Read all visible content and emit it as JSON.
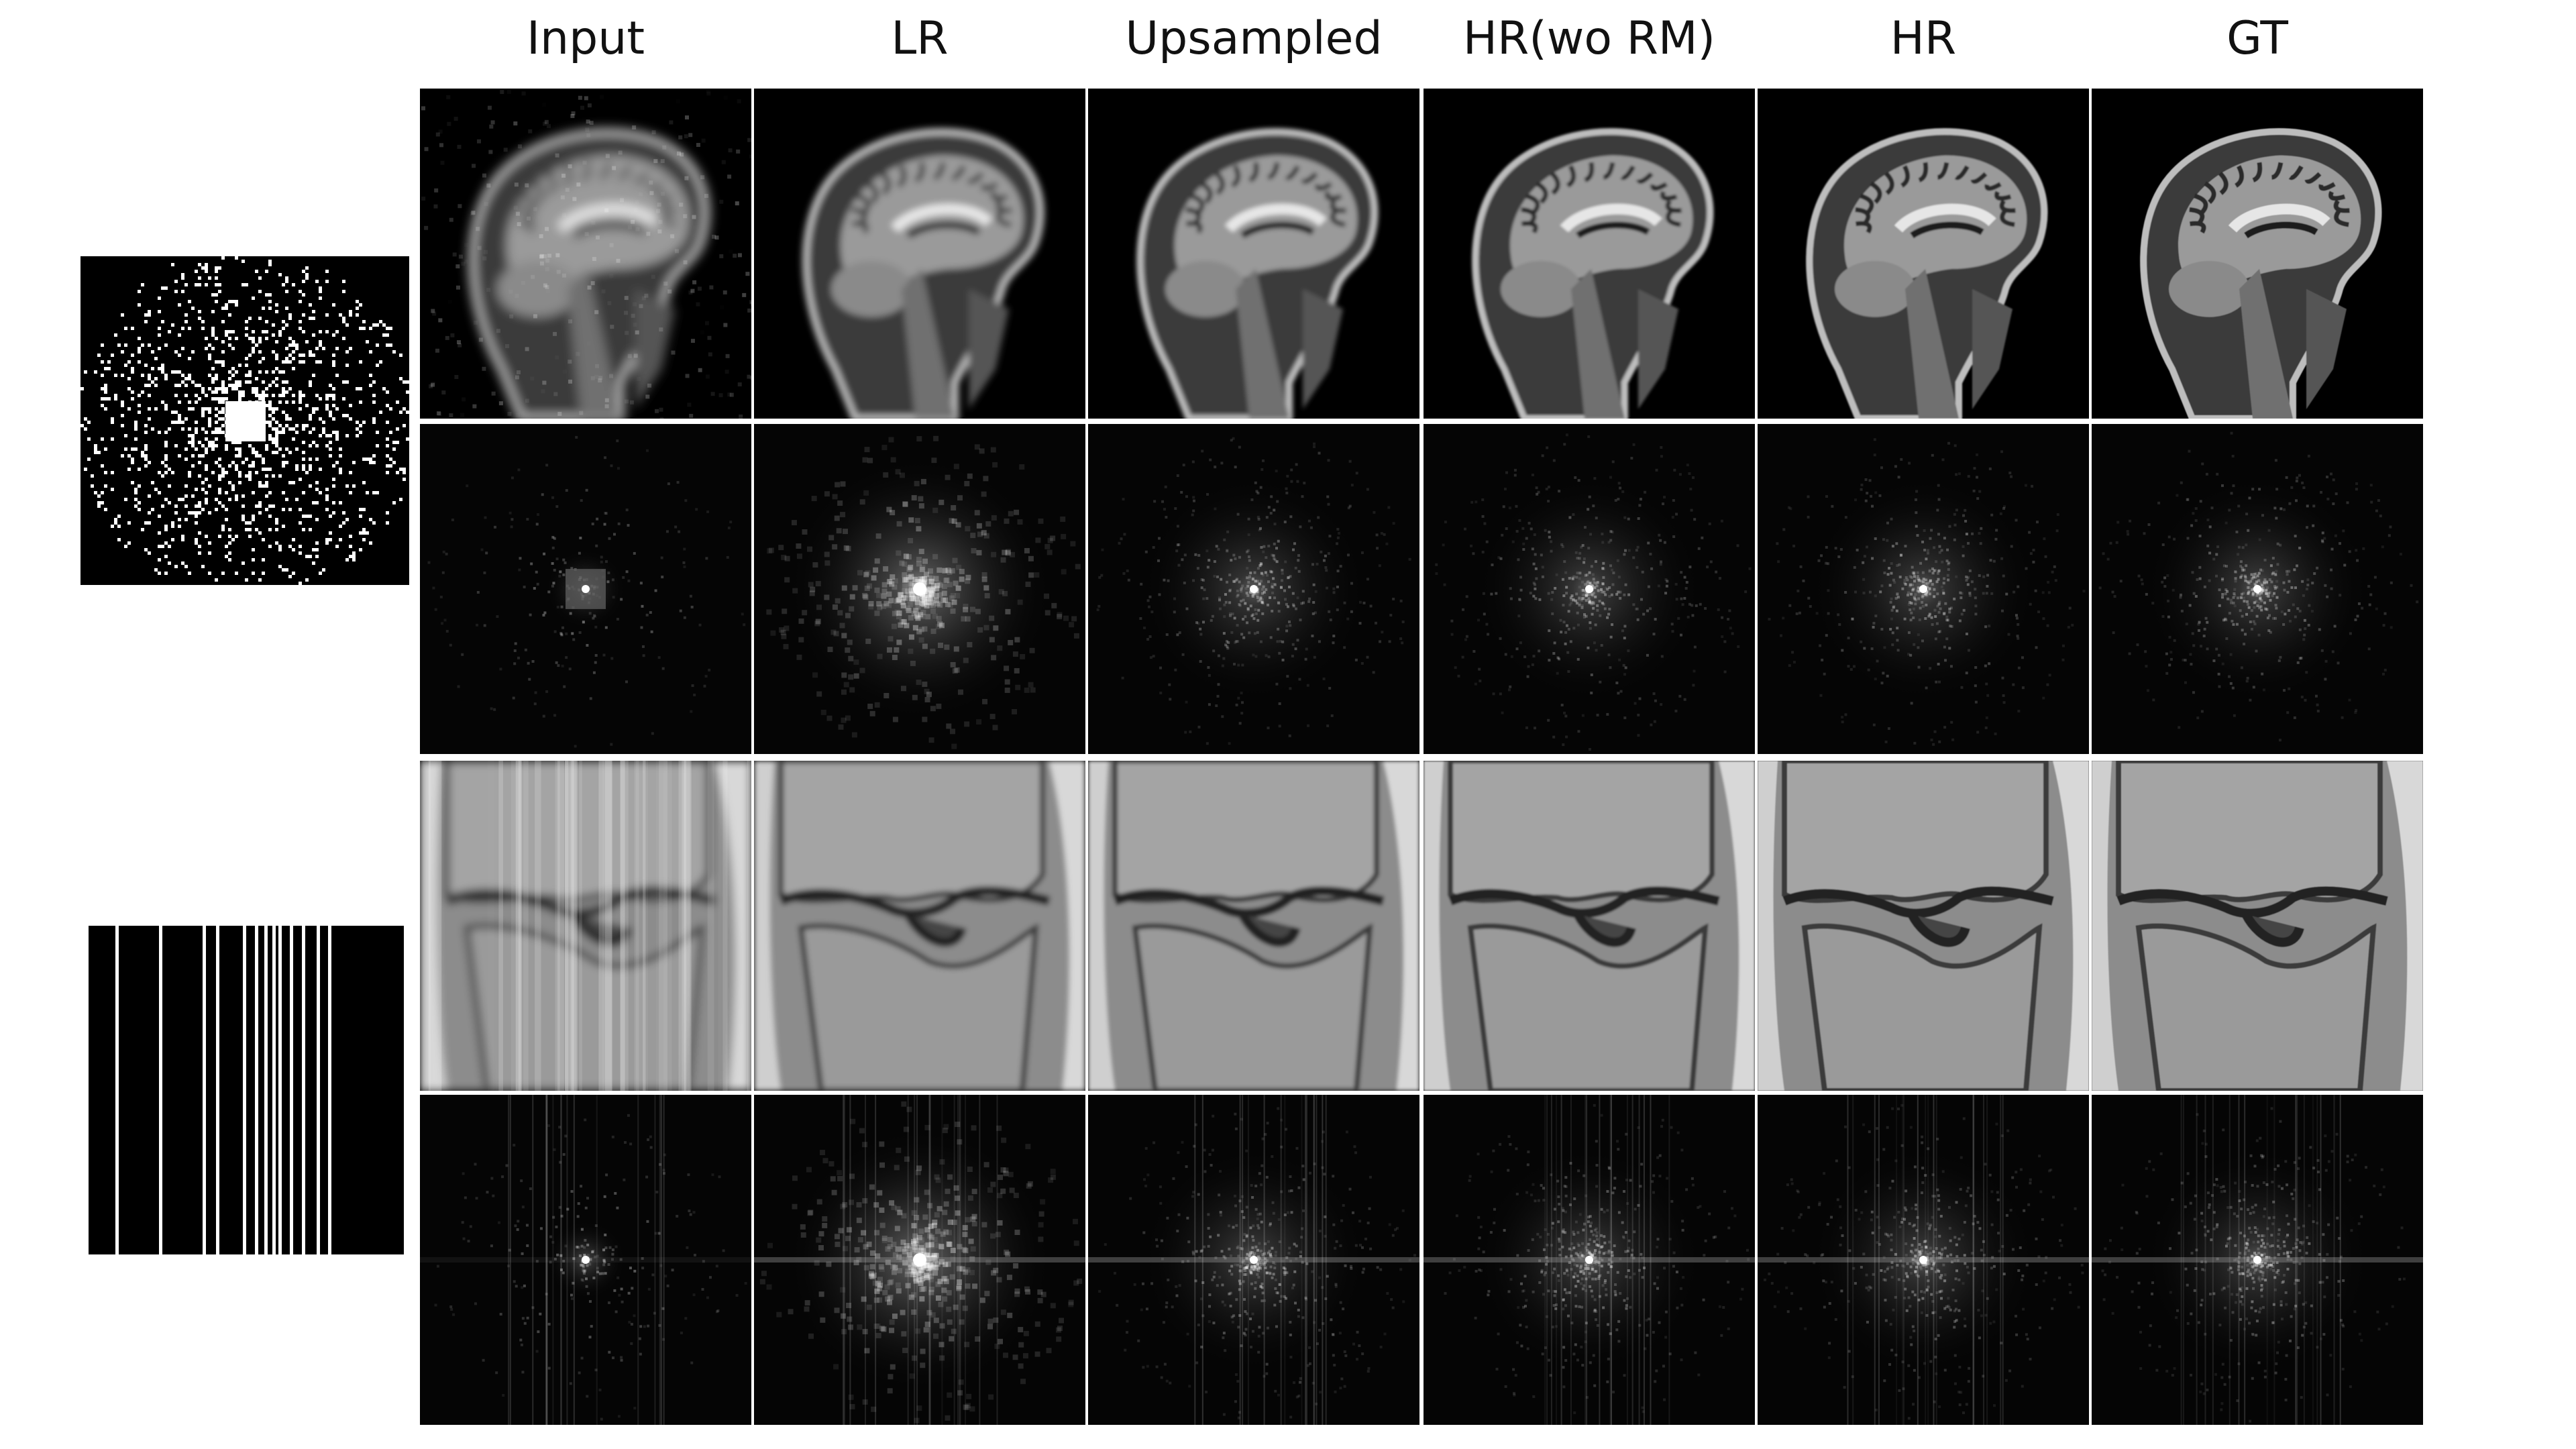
{
  "figure": {
    "column_titles": [
      "Input",
      "LR",
      "Upsampled",
      "HR(wo RM)",
      "HR",
      "GT"
    ],
    "rows": [
      {
        "anatomy": "brain",
        "panel": "image"
      },
      {
        "anatomy": "brain",
        "panel": "k-space"
      },
      {
        "anatomy": "knee",
        "panel": "image"
      },
      {
        "anatomy": "knee",
        "panel": "k-space"
      }
    ],
    "masks": [
      {
        "type": "random-with-center",
        "rows": [
          0,
          1
        ]
      },
      {
        "type": "vertical-lines",
        "rows": [
          2,
          3
        ]
      }
    ],
    "colors": {
      "background": "#ffffff",
      "image": "#000000",
      "separator": "#ffffff"
    }
  }
}
